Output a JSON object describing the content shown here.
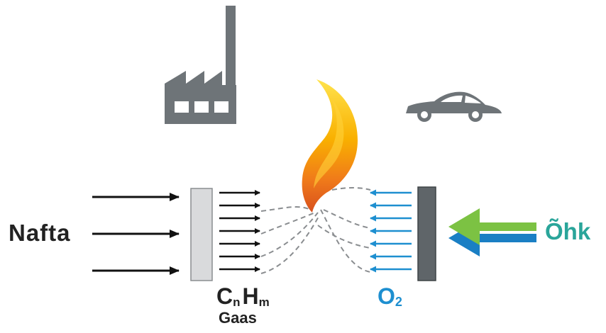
{
  "labels": {
    "feed": "Nafta",
    "hydrocarbon_c": "C",
    "hydrocarbon_c_sub": "n",
    "hydrocarbon_h": "H",
    "hydrocarbon_h_sub": "m",
    "gas": "Gaas",
    "oxygen": "O",
    "oxygen_sub": "2",
    "air": "Õhk"
  },
  "icons": {
    "factory": "factory-icon",
    "car": "car-icon",
    "flame": "flame-icon"
  },
  "colors": {
    "text_dark": "#222222",
    "oxygen_blue": "#1e8fd0",
    "air_label_teal": "#2aa59a",
    "air_arrow_green": "#7cc243",
    "air_arrow_blue": "#1a7fc4",
    "icon_gray": "#6e7478",
    "left_plate": "#d9dadc",
    "right_plate": "#5f6569"
  }
}
